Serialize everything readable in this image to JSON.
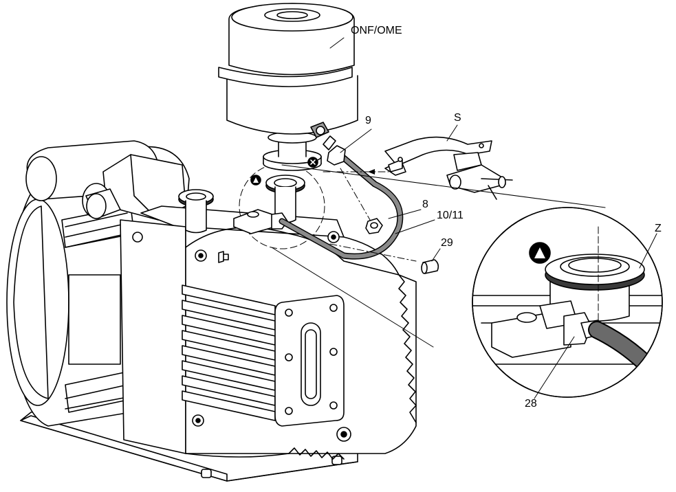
{
  "diagram": {
    "callouts": {
      "onf_ome": "ONF/OME",
      "part_9": "9",
      "part_s": "S",
      "part_8": "8",
      "part_10_11": "10/11",
      "part_29": "29",
      "part_z": "Z",
      "part_28": "28"
    },
    "line_color": "#000000",
    "fill_light": "#ffffff",
    "fill_shade": "#9a9a9a",
    "fill_dark": "#3a3a3a"
  }
}
